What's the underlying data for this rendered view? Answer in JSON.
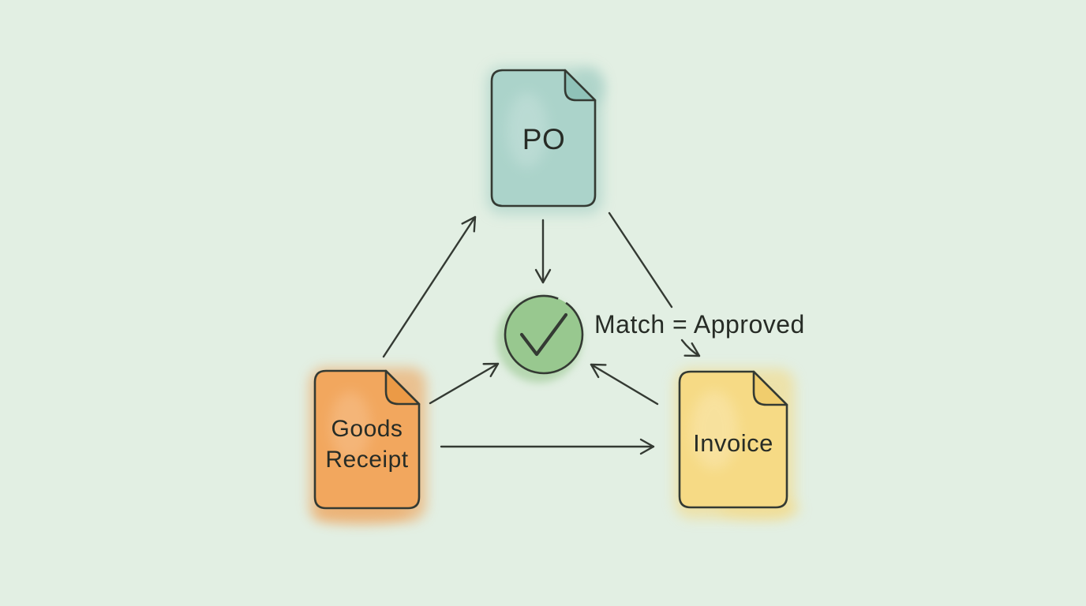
{
  "colors": {
    "background": "#e2efe3",
    "ink": "#343a33",
    "text": "#272c26",
    "po_fill": "#abd3ca",
    "po_fold": "#8fc2b8",
    "po_halo": "#a4cfc5",
    "goods_receipt_fill": "#f2a75e",
    "goods_receipt_fold": "#eb9a46",
    "goods_receipt_halo": "#efa258",
    "invoice_fill": "#f6da85",
    "invoice_fold": "#f0cd6d",
    "invoice_halo": "#f4d983",
    "check_fill": "#98c88f",
    "check_halo": "#8abf7f"
  },
  "nodes": {
    "po": {
      "label": "PO"
    },
    "goods_receipt": {
      "label": "Goods\nReceipt"
    },
    "invoice": {
      "label": "Invoice"
    }
  },
  "annotation": {
    "match_label": "Match = Approved"
  },
  "edges": [
    {
      "from": "goods_receipt",
      "to": "po",
      "arrowhead": true
    },
    {
      "from": "po",
      "to": "check_circle",
      "arrowhead": true
    },
    {
      "from": "po",
      "to": "match_label",
      "arrowhead": false
    },
    {
      "from": "match_label",
      "to": "invoice",
      "arrowhead": true
    },
    {
      "from": "goods_receipt",
      "to": "check_circle",
      "arrowhead": true
    },
    {
      "from": "invoice",
      "to": "check_circle",
      "arrowhead": true
    },
    {
      "from": "goods_receipt",
      "to": "invoice",
      "arrowhead": true
    }
  ]
}
